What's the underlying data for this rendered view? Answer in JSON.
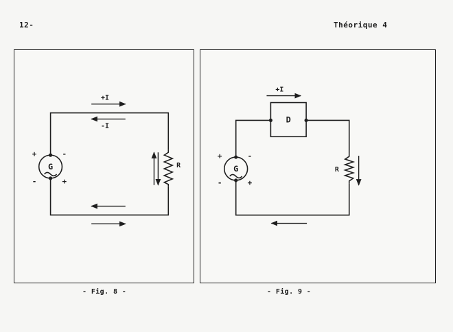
{
  "header": {
    "page_number": "12-",
    "section": "Théorique 4"
  },
  "figures": [
    {
      "caption": "- Fig. 8 -",
      "labels": {
        "current_plus": "+I",
        "current_minus": "-I",
        "generator": "G",
        "resistor": "R",
        "plus_top": "+",
        "minus_top": "-",
        "minus_bottom": "-",
        "plus_bottom": "+"
      }
    },
    {
      "caption": "- Fig. 9 -",
      "labels": {
        "current_plus": "+I",
        "device": "D",
        "generator": "G",
        "resistor": "R",
        "plus_top": "+",
        "minus_top": "-",
        "minus_bottom": "-",
        "plus_bottom": "+"
      }
    }
  ]
}
